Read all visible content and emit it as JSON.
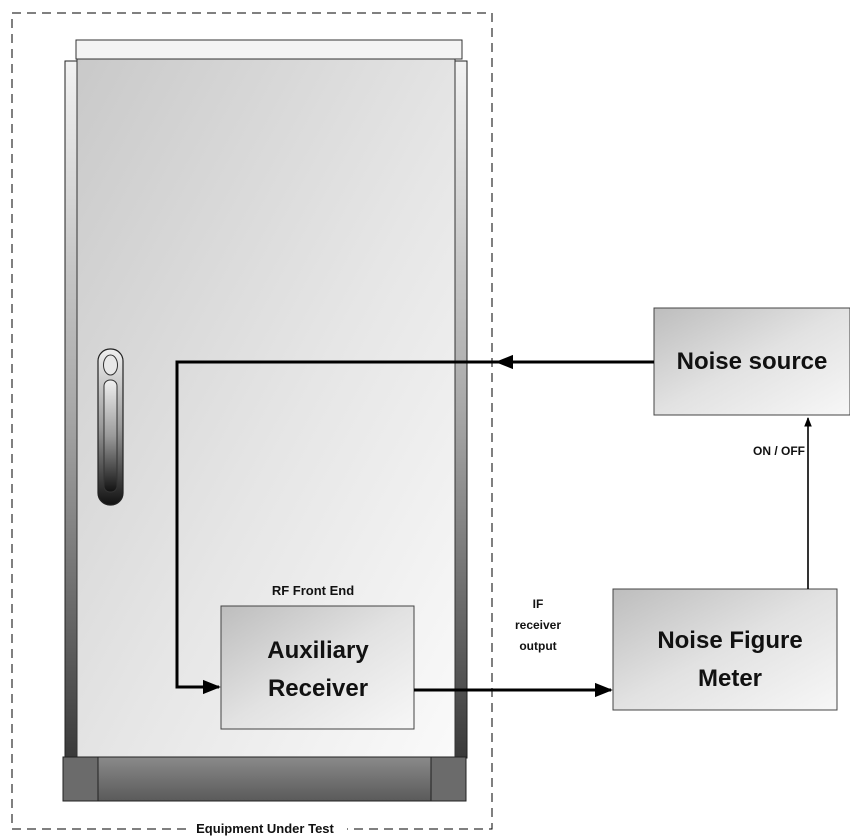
{
  "labels": {
    "equipment_under_test": "Equipment Under Test",
    "rf_front_end": "RF Front End",
    "aux_line1": "Auxiliary",
    "aux_line2": "Receiver",
    "noise_source": "Noise source",
    "nfm_line1": "Noise Figure",
    "nfm_line2": "Meter",
    "on_off": "ON / OFF",
    "if_line1": "IF",
    "if_line2": "receiver",
    "if_line3": "output"
  }
}
